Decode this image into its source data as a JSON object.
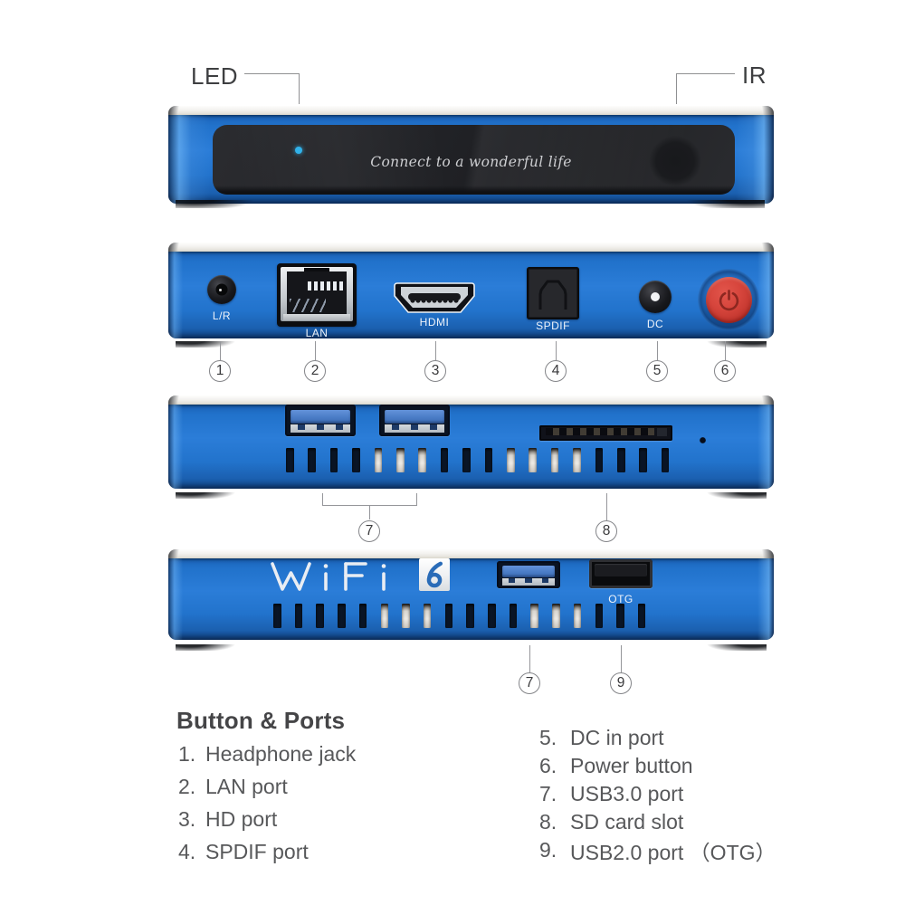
{
  "colors": {
    "device_blue": "#2679d3",
    "power_red": "#d2423a",
    "led_cyan": "#31b2ea",
    "background": "#ffffff"
  },
  "front_view": {
    "led_label": "LED",
    "ir_label": "IR",
    "slogan": "Connect to a wonderful life"
  },
  "rear_view": {
    "port_labels": {
      "headphone": "L/R",
      "lan": "LAN",
      "hdmi": "HDMI",
      "spdif": "SPDIF",
      "dc": "DC"
    },
    "callouts": [
      "1",
      "2",
      "3",
      "4",
      "5",
      "6"
    ]
  },
  "usb_view": {
    "callouts": [
      "7",
      "8"
    ]
  },
  "wifi_view": {
    "wifi_label": "WiFi",
    "wifi_badge": "6",
    "otg_label": "OTG",
    "callouts": [
      "7",
      "9"
    ]
  },
  "legend": {
    "title": "Button & Ports",
    "left": [
      {
        "num": "1.",
        "text": "Headphone jack"
      },
      {
        "num": "2.",
        "text": "LAN port"
      },
      {
        "num": "3.",
        "text": "HD port"
      },
      {
        "num": "4.",
        "text": "SPDIF port"
      }
    ],
    "right": [
      {
        "num": "5.",
        "text": "DC in port"
      },
      {
        "num": "6.",
        "text": "Power button"
      },
      {
        "num": "7.",
        "text": "USB3.0 port"
      },
      {
        "num": "8.",
        "text": "SD card slot"
      },
      {
        "num": "9.",
        "text": "USB2.0 port （OTG）"
      }
    ]
  }
}
